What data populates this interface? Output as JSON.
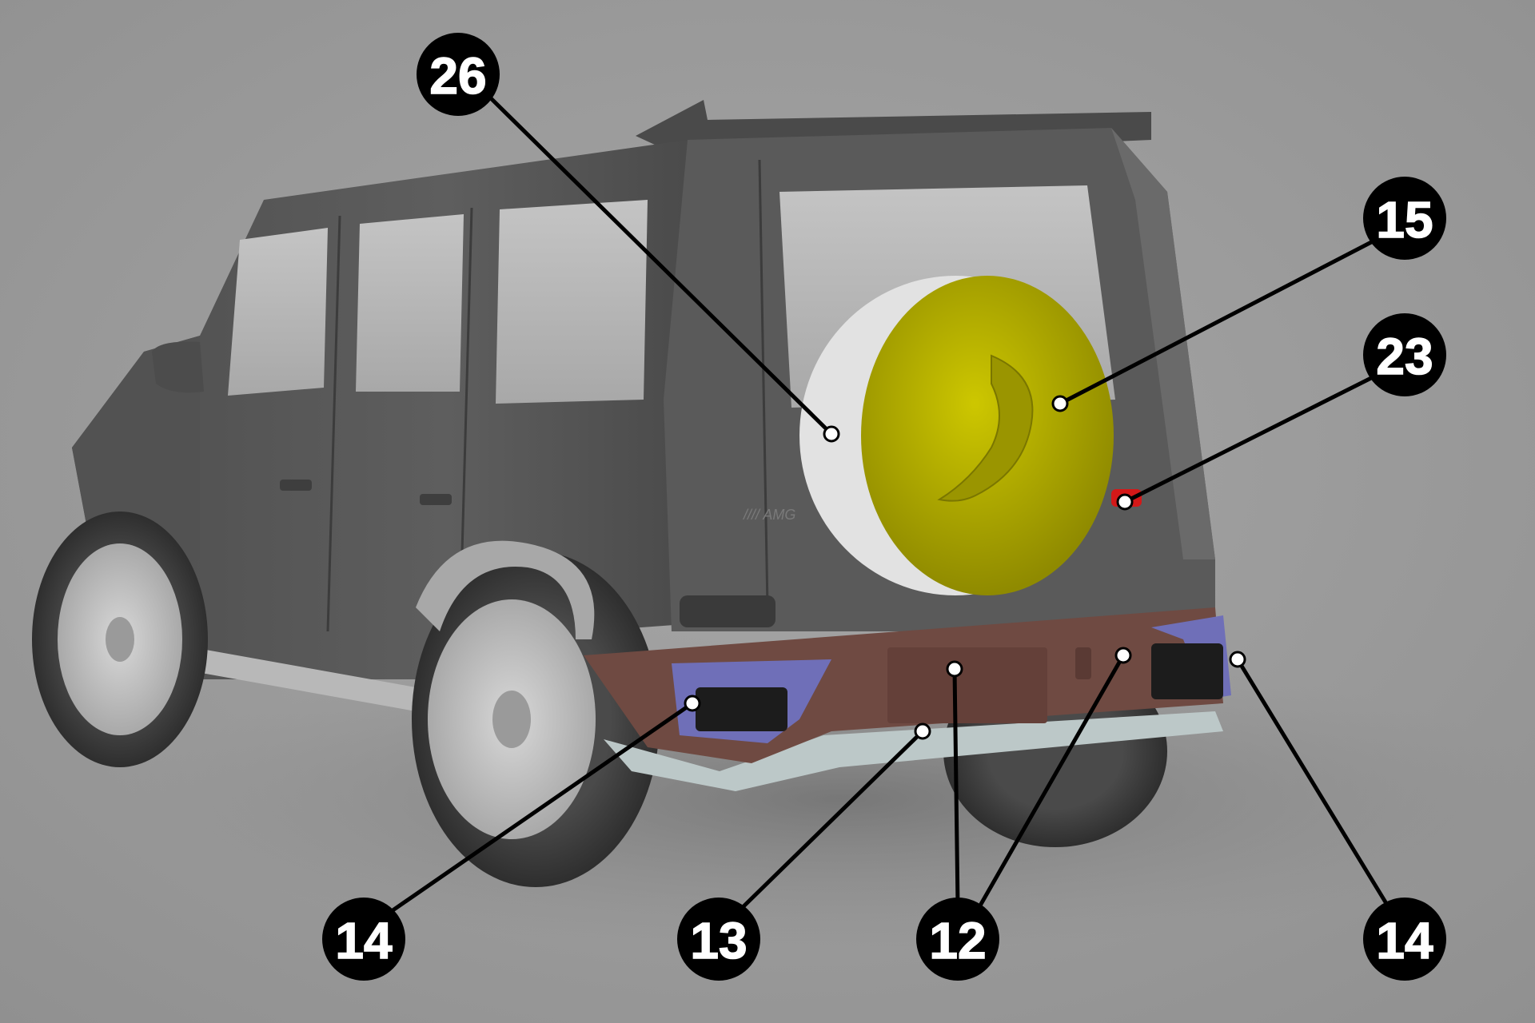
{
  "image": {
    "background_color": "#9c9c9c",
    "body_color": "#585858",
    "glass_color": "#b8b8b8"
  },
  "parts": [
    {
      "key": "spare-wheel-ring",
      "color": "#e2e2e2"
    },
    {
      "key": "spare-wheel-cover",
      "color": "#b5b000"
    },
    {
      "key": "rear-bumper",
      "color": "#6f4a42"
    },
    {
      "key": "rear-bumper-corner-left",
      "color": "#6f6fb8"
    },
    {
      "key": "rear-bumper-corner-right",
      "color": "#6f6fb8"
    },
    {
      "key": "rear-diffuser",
      "color": "#bcc8c8"
    },
    {
      "key": "rear-light-insert",
      "color": "#d41818"
    }
  ],
  "callouts": [
    {
      "label": "26"
    },
    {
      "label": "15"
    },
    {
      "label": "23"
    },
    {
      "label": "14"
    },
    {
      "label": "13"
    },
    {
      "label": "12"
    },
    {
      "label": "14"
    }
  ]
}
